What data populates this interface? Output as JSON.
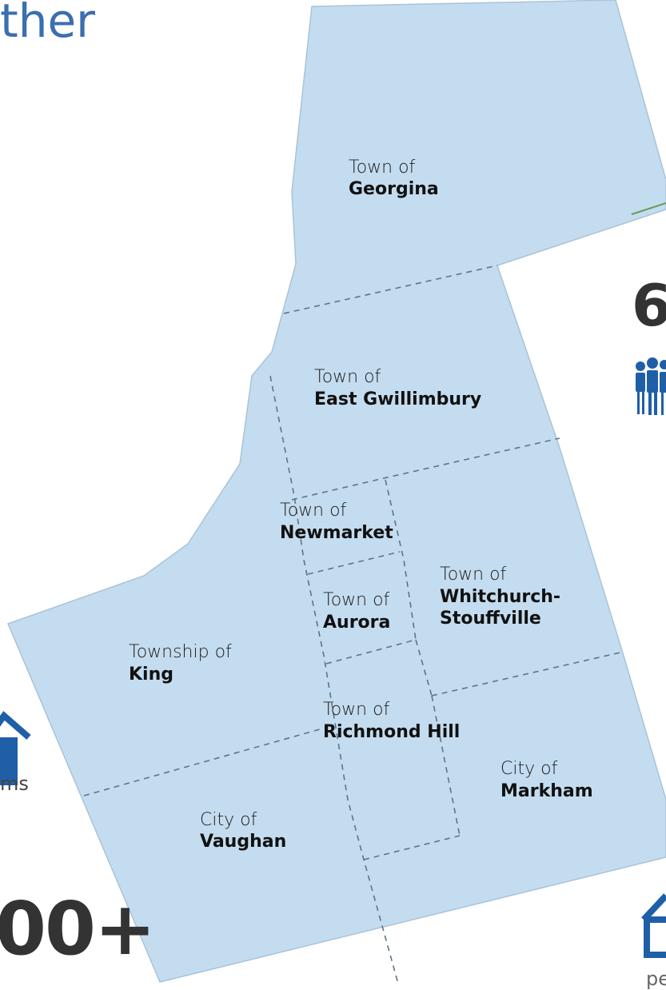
{
  "heading_fragment": "ther",
  "big_number_fragment": "6",
  "bottom_stat_fragment": "00+",
  "left_caption_fragment": "ms",
  "right_caption_fragment": "pe",
  "colors": {
    "map_fill": "#c4dcef",
    "boundary": "#5b7587",
    "icon_blue": "#1f5fa8",
    "heading_blue": "#3a6fb0"
  },
  "icons": {
    "people": "people-group-icon",
    "house_left": "house-icon",
    "house_right": "house-icon"
  },
  "municipalities": [
    {
      "id": "georgina",
      "prefix": "Town of",
      "name": "Georgina"
    },
    {
      "id": "east-gwillimbury",
      "prefix": "Town of",
      "name": "East Gwillimbury"
    },
    {
      "id": "newmarket",
      "prefix": "Town of",
      "name": "Newmarket"
    },
    {
      "id": "aurora",
      "prefix": "Town of",
      "name": "Aurora"
    },
    {
      "id": "whitchurch-stouffville",
      "prefix": "Town of",
      "name": "Whitchurch-",
      "name2": "Stouffville"
    },
    {
      "id": "king",
      "prefix": "Township of",
      "name": "King"
    },
    {
      "id": "richmond-hill",
      "prefix": "Town of",
      "name": "Richmond Hill"
    },
    {
      "id": "markham",
      "prefix": "City of",
      "name": "Markham"
    },
    {
      "id": "vaughan",
      "prefix": "City of",
      "name": "Vaughan"
    }
  ]
}
